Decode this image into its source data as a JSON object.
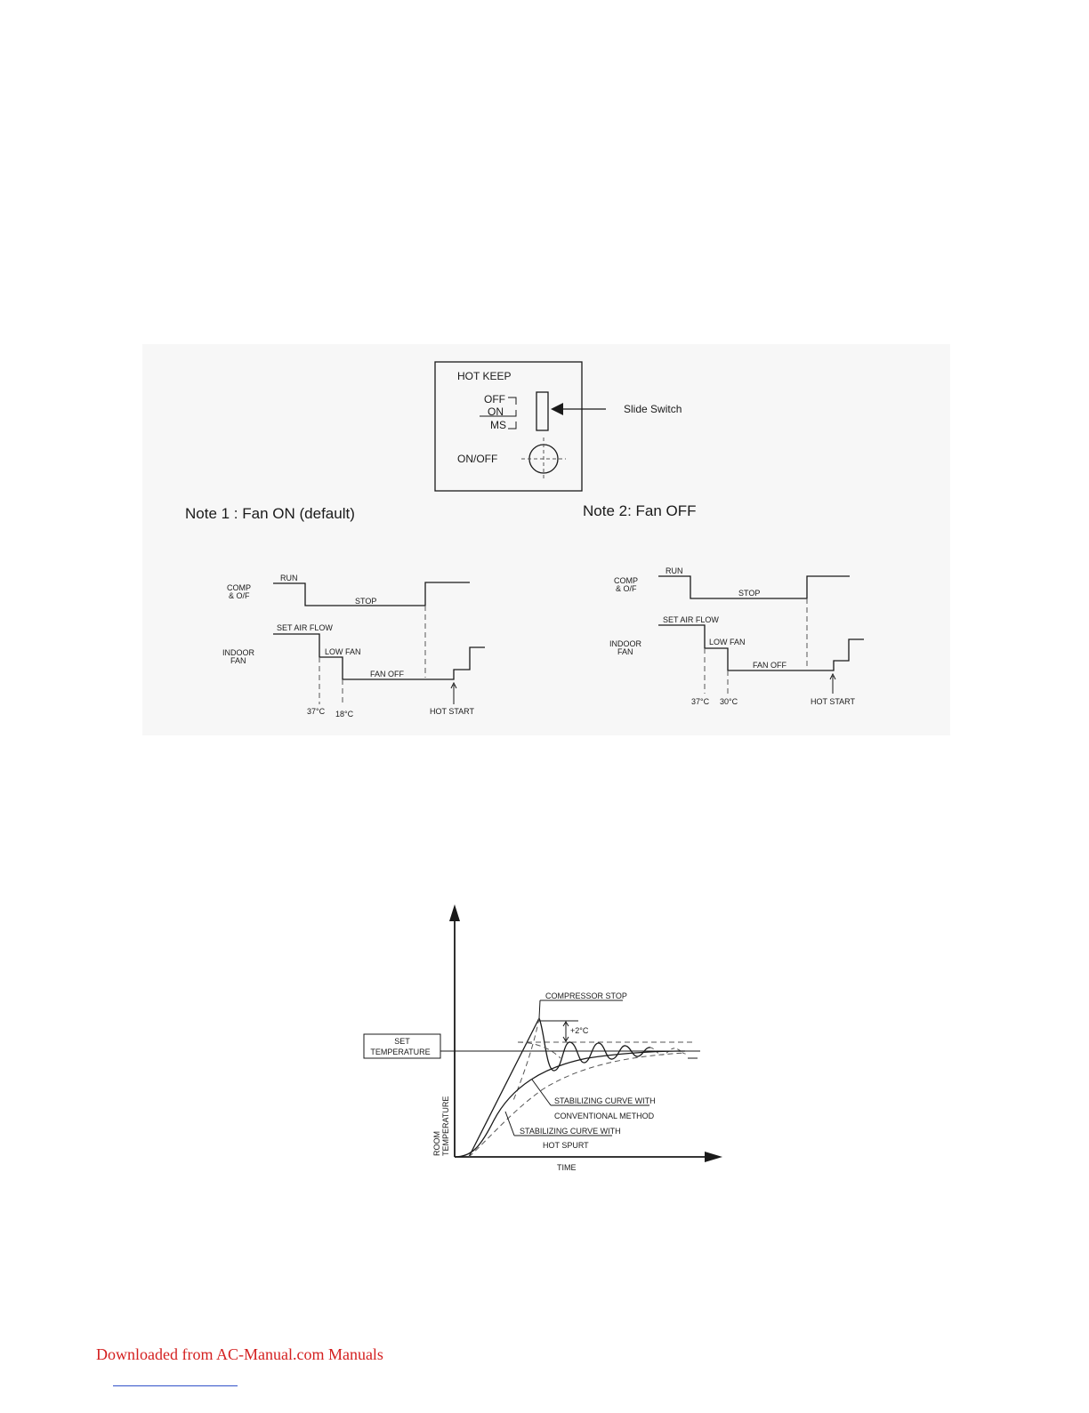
{
  "switch_panel": {
    "title": "HOT KEEP",
    "positions": [
      "OFF",
      "ON",
      "MS"
    ],
    "onoff_label": "ON/OFF",
    "callout": "Slide Switch"
  },
  "note1": {
    "heading": "Note 1 :  Fan ON (default)",
    "comp_label": [
      "COMP",
      "& O/F"
    ],
    "fan_label": [
      "INDOOR",
      "FAN"
    ],
    "run": "RUN",
    "stop": "STOP",
    "set_air_flow": "SET AIR FLOW",
    "low_fan": "LOW FAN",
    "fan_off": "FAN OFF",
    "temp1": "37°C",
    "temp2": "18°C",
    "hot_start": "HOT START"
  },
  "note2": {
    "heading": "Note 2: Fan OFF",
    "comp_label": [
      "COMP",
      "& O/F"
    ],
    "fan_label": [
      "INDOOR",
      "FAN"
    ],
    "run": "RUN",
    "stop": "STOP",
    "set_air_flow": "SET AIR FLOW",
    "low_fan": "LOW FAN",
    "fan_off": "FAN OFF",
    "temp1": "37°C",
    "temp2": "30°C",
    "hot_start": "HOT START"
  },
  "hot_spurt": {
    "compressor_stop": "COMPRESSOR STOP",
    "delta": "+2°C",
    "set_temp": [
      "SET",
      "TEMPERATURE"
    ],
    "conventional": [
      "STABILIZING CURVE WITH",
      "CONVENTIONAL METHOD"
    ],
    "hotspurt": [
      "STABILIZING CURVE WITH",
      "HOT SPURT"
    ],
    "ylabel": [
      "ROOM",
      "TEMPERATURE"
    ],
    "xlabel": "TIME"
  },
  "footer": {
    "link_text": "Downloaded from AC-Manual.com Manuals"
  }
}
